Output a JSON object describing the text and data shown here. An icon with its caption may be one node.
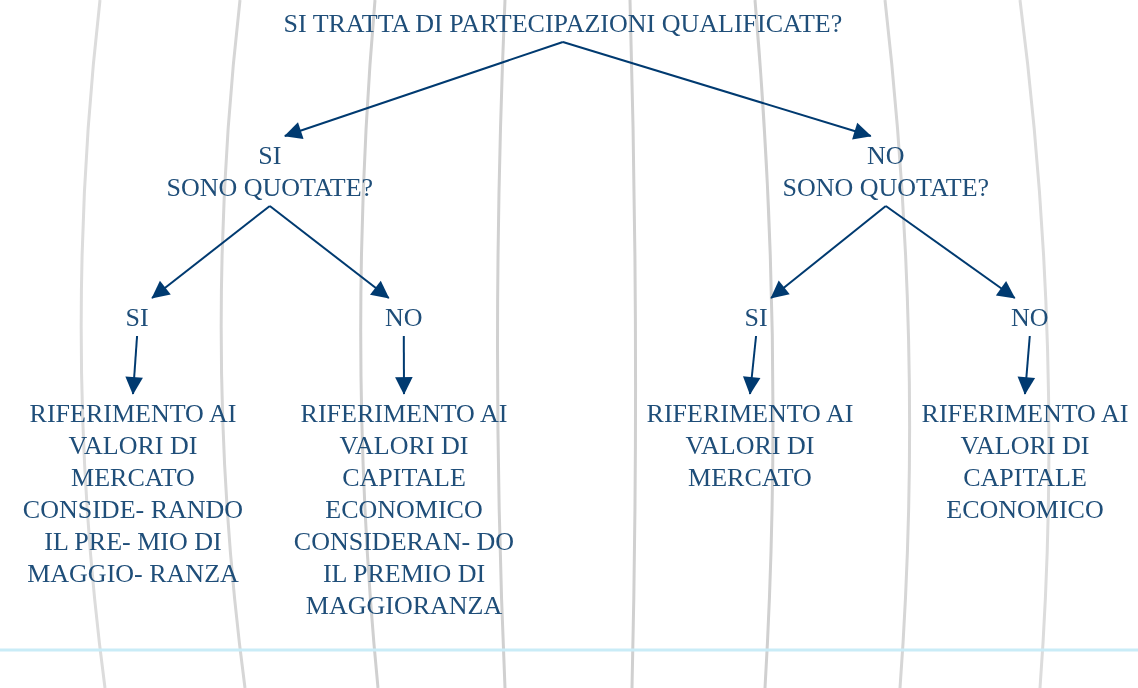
{
  "diagram": {
    "nodes": [
      {
        "text": [
          "SI TRATTA DI PARTECIPAZIONI QUALIFICATE?"
        ]
      },
      {
        "text": [
          "SI",
          "SONO QUOTATE?"
        ]
      },
      {
        "text": [
          "NO",
          "SONO QUOTATE?"
        ]
      },
      {
        "text": [
          "SI"
        ]
      },
      {
        "text": [
          "NO"
        ]
      },
      {
        "text": [
          "SI"
        ]
      },
      {
        "text": [
          "NO"
        ]
      },
      {
        "text": [
          "RIFERIMENTO AI VALORI DI MERCATO CONSIDE- RANDO IL PRE- MIO DI MAGGIO- RANZA"
        ]
      },
      {
        "text": [
          "RIFERIMENTO AI VALORI DI CAPITALE ECONOMICO CONSIDERAN- DO IL PREMIO DI MAGGIORANZA"
        ]
      },
      {
        "text": [
          "RIFERIMENTO AI VALORI DI MERCATO"
        ]
      },
      {
        "text": [
          "RIFERIMENTO AI VALORI DI CAPITALE ECONOMICO"
        ]
      }
    ],
    "edges": [
      {
        "from": 0,
        "to": 1,
        "arrow": "to"
      },
      {
        "from": 0,
        "to": 2,
        "arrow": "to"
      },
      {
        "from": 1,
        "to": 3,
        "arrow": "to"
      },
      {
        "from": 1,
        "to": 4,
        "arrow": "to"
      },
      {
        "from": 2,
        "to": 5,
        "arrow": "to"
      },
      {
        "from": 2,
        "to": 6,
        "arrow": "to"
      },
      {
        "from": 3,
        "to": 7,
        "arrow": "to"
      },
      {
        "from": 4,
        "to": 8,
        "arrow": "to"
      },
      {
        "from": 5,
        "to": 9,
        "arrow": "to"
      },
      {
        "from": 6,
        "to": 10,
        "arrow": "to"
      }
    ]
  }
}
